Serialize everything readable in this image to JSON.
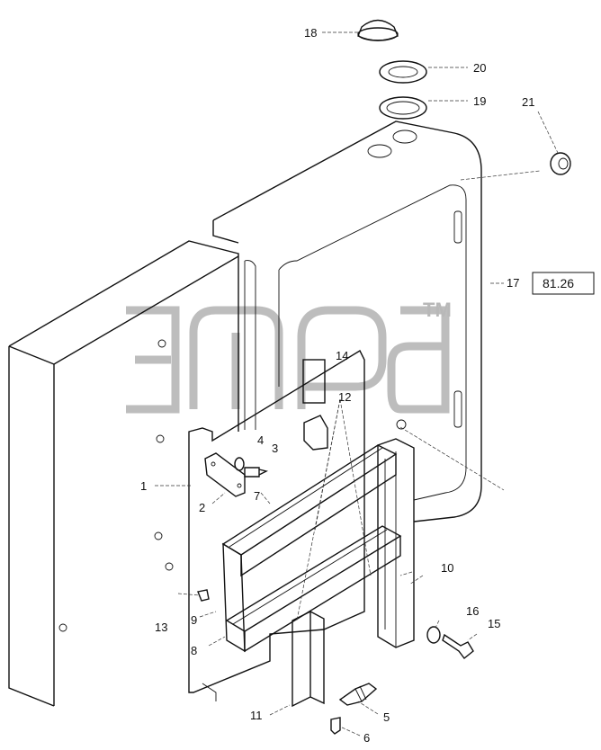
{
  "diagram": {
    "callouts": [
      {
        "id": "1",
        "text": "1"
      },
      {
        "id": "2",
        "text": "2"
      },
      {
        "id": "3",
        "text": "3"
      },
      {
        "id": "4",
        "text": "4"
      },
      {
        "id": "5",
        "text": "5"
      },
      {
        "id": "6",
        "text": "6"
      },
      {
        "id": "7",
        "text": "7"
      },
      {
        "id": "8",
        "text": "8"
      },
      {
        "id": "9",
        "text": "9"
      },
      {
        "id": "10",
        "text": "10"
      },
      {
        "id": "11",
        "text": "11"
      },
      {
        "id": "12",
        "text": "12"
      },
      {
        "id": "13",
        "text": "13"
      },
      {
        "id": "14",
        "text": "14"
      },
      {
        "id": "15",
        "text": "15"
      },
      {
        "id": "16",
        "text": "16"
      },
      {
        "id": "17",
        "text": "17"
      },
      {
        "id": "18",
        "text": "18"
      },
      {
        "id": "19",
        "text": "19"
      },
      {
        "id": "20",
        "text": "20"
      },
      {
        "id": "21",
        "text": "21"
      }
    ],
    "reference_box": "81.26",
    "watermark_tm": "TM"
  }
}
